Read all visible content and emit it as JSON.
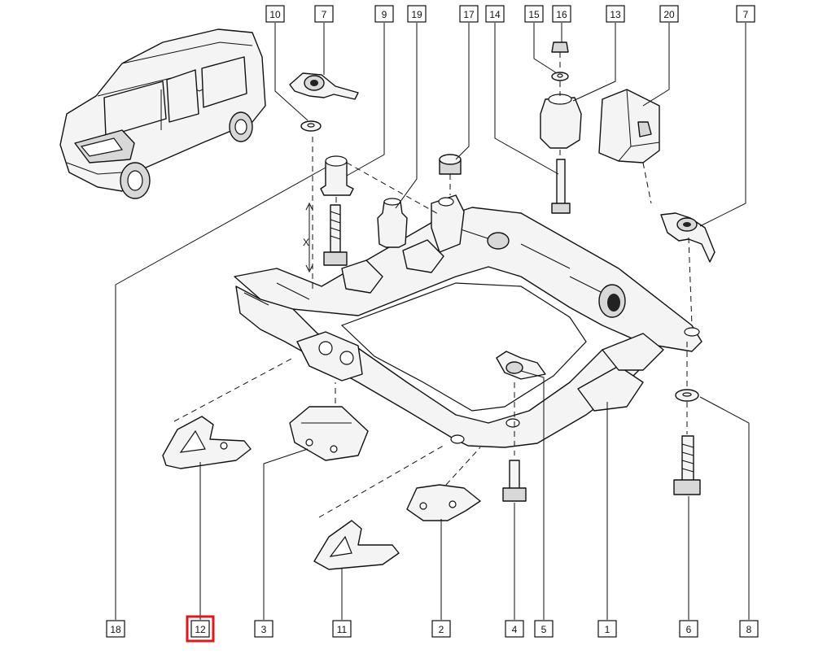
{
  "diagram": {
    "dimension_label": "X",
    "highlighted_callout": "12",
    "highlight_color": "#e3151b",
    "callouts_top": [
      "10",
      "7",
      "9",
      "19",
      "17",
      "14",
      "15",
      "16",
      "13",
      "20",
      "7"
    ],
    "callouts_bottom": [
      "18",
      "12",
      "3",
      "11",
      "2",
      "4",
      "5",
      "1",
      "6",
      "8"
    ]
  }
}
